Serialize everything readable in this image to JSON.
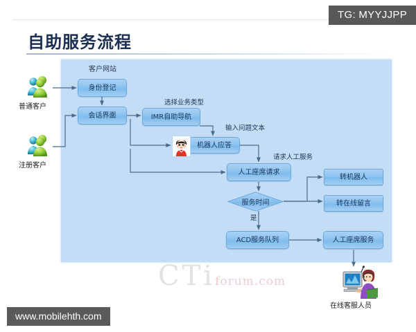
{
  "overlay": {
    "top_tag": "TG: MYYJJPP",
    "bottom_tag": "www.mobilehth.com"
  },
  "watermark": {
    "cti_main": "CTi",
    "cti_sub": "forum.com"
  },
  "slide": {
    "title": "自助服务流程",
    "panel_label": "客户网站"
  },
  "actors": [
    {
      "name": "ordinary-customer",
      "label": "普通客户"
    },
    {
      "name": "registered-customer",
      "label": "注册客户"
    },
    {
      "name": "online-agent-person",
      "label": "在线客服人员"
    }
  ],
  "nodes": [
    {
      "id": "identity-registration",
      "label": "身份登记",
      "shape": "box"
    },
    {
      "id": "session-interface",
      "label": "会话界面",
      "shape": "box"
    },
    {
      "id": "imr-self-navigation",
      "label": "IMR自助导航",
      "shape": "box"
    },
    {
      "id": "robot-answer",
      "label": "机器人应答",
      "shape": "box"
    },
    {
      "id": "agent-request",
      "label": "人工座席请求",
      "shape": "box"
    },
    {
      "id": "service-time",
      "label": "服务时间",
      "shape": "diamond"
    },
    {
      "id": "transfer-to-robot",
      "label": "转机器人",
      "shape": "box"
    },
    {
      "id": "transfer-to-message",
      "label": "转在线留言",
      "shape": "box"
    },
    {
      "id": "acd-service-queue",
      "label": "ACD服务队列",
      "shape": "box"
    },
    {
      "id": "agent-service",
      "label": "人工座席服务",
      "shape": "box"
    }
  ],
  "edge_labels": [
    {
      "id": "select-business-type",
      "label": "选择业务类型"
    },
    {
      "id": "input-question-text",
      "label": "输入问题文本"
    },
    {
      "id": "request-human-service",
      "label": "请求人工服务"
    },
    {
      "id": "yes-branch",
      "label": "是"
    }
  ],
  "colors": {
    "panel_bg": "#c3ddf7",
    "node_fill": "#8ec3ef",
    "node_border": "#6ba9dd",
    "text": "#17365d",
    "title": "#1b2f52",
    "tag_bg": "#585858"
  }
}
